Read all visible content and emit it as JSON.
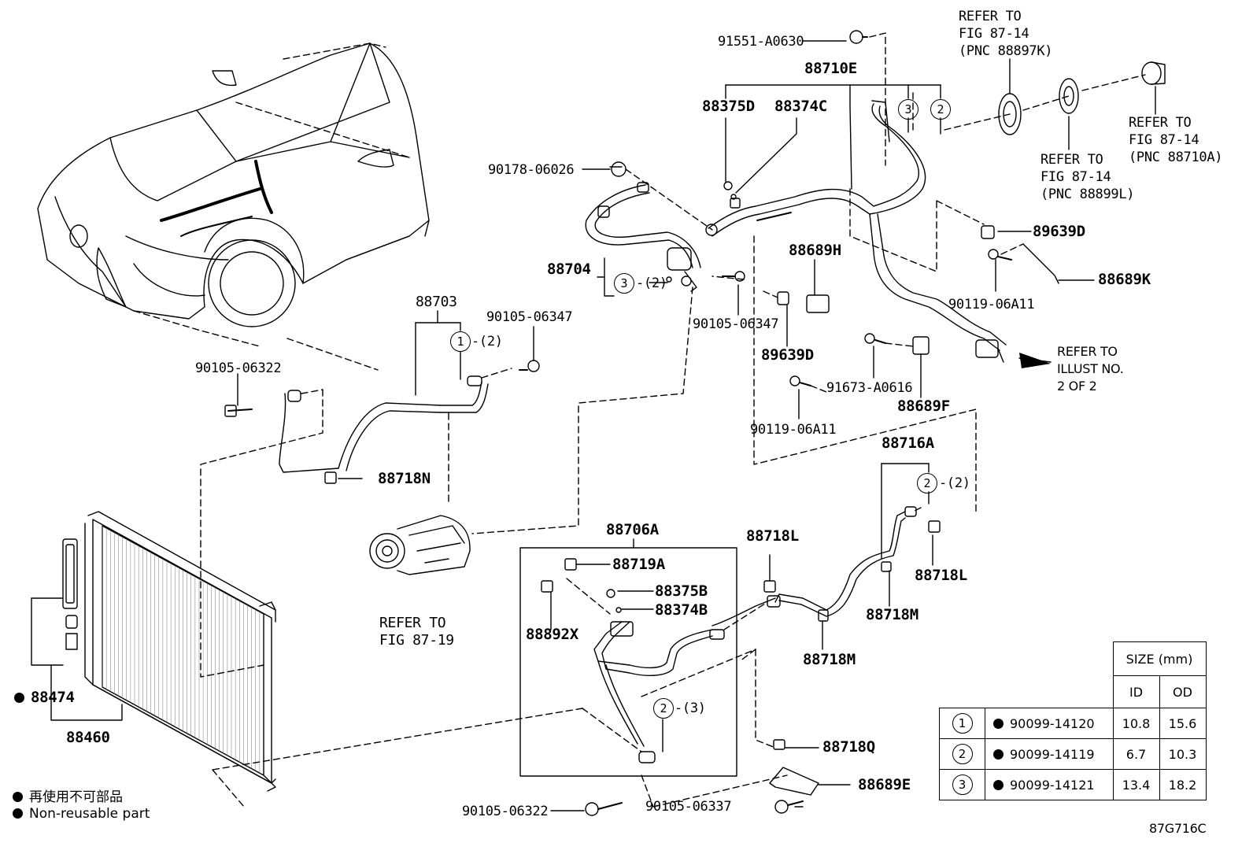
{
  "labels": {
    "refer_88897k": "REFER TO\nFIG 87-14\n(PNC 88897K)",
    "p91551": "91551-A0630",
    "p88710e": "88710E",
    "p88375d": "88375D",
    "p88374c": "88374C",
    "c3_top": "3",
    "c2_top": "2",
    "refer_88710a": "REFER TO\nFIG 87-14\n(PNC 88710A)",
    "refer_88899l": "REFER TO\nFIG 87-14\n(PNC 88899L)",
    "p90178": "90178-06026",
    "p89639d_r": "89639D",
    "p88689k": "88689K",
    "p90119_r": "90119-06A11",
    "p88689h": "88689H",
    "p88704": "88704",
    "c3_88704": "3",
    "q2_88704": "-(2)",
    "p90105_347_r": "90105-06347",
    "p89639d_c": "89639D",
    "refer_illust": "REFER TO\nILLUST NO.\n2 OF 2",
    "p91673": "91673-A0616",
    "p88689f": "88689F",
    "p90119_b": "90119-06A11",
    "p88703": "88703",
    "c1_88703": "1",
    "q2_88703": "-(2)",
    "p90105_347_l": "90105-06347",
    "p90105_322_t": "90105-06322",
    "p88718n": "88718N",
    "p88716a": "88716A",
    "c2_88716a": "2",
    "q2_88716a": "-(2)",
    "p88706a": "88706A",
    "p88719a": "88719A",
    "p88375b": "88375B",
    "p88374b": "88374B",
    "p88892x": "88892X",
    "refer_8719": "REFER TO\nFIG 87-19",
    "p88718l_l": "88718L",
    "p88718l_r": "88718L",
    "p88718m_r": "88718M",
    "p88718m_b": "88718M",
    "c2_88706a": "2",
    "q3_88706a": "-(3)",
    "p88474": "88474",
    "p88460": "88460",
    "p88718q": "88718Q",
    "p88689e": "88689E",
    "p90105_337": "90105-06337",
    "p90105_322_b": "90105-06322",
    "figure_code": "87G716C"
  },
  "legend": {
    "jp": "再使用不可部品",
    "en": "Non-reusable part"
  },
  "size_table": {
    "header": "SIZE (mm)",
    "col_id": "ID",
    "col_od": "OD",
    "rows": [
      {
        "ref": "1",
        "part": "90099-14120",
        "id": "10.8",
        "od": "15.6"
      },
      {
        "ref": "2",
        "part": "90099-14119",
        "id": "6.7",
        "od": "10.3"
      },
      {
        "ref": "3",
        "part": "90099-14121",
        "id": "13.4",
        "od": "18.2"
      }
    ]
  }
}
